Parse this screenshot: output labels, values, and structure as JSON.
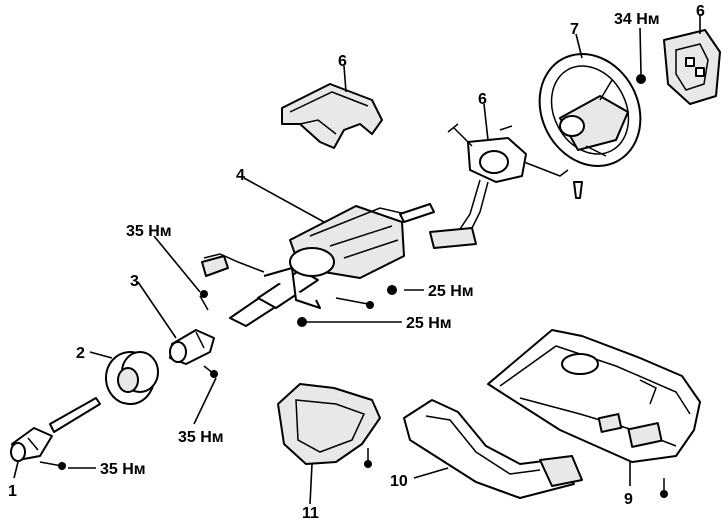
{
  "callouts": {
    "c1": "1",
    "c2": "2",
    "c3": "3",
    "c4": "4",
    "c6a": "6",
    "c6b": "6",
    "c6c": "6",
    "c7": "7",
    "c9": "9",
    "c10": "10",
    "c11": "11"
  },
  "torques": {
    "t34": "34 Нм",
    "t35_top": "35 Нм",
    "t35_mid": "35 Нм",
    "t35_low": "35 Нм",
    "t25_upper": "25 Нм",
    "t25_lower": "25 Нм"
  }
}
